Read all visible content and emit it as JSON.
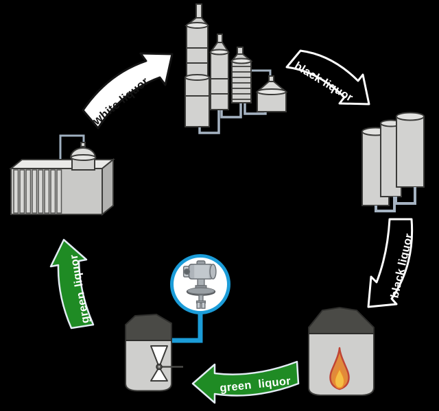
{
  "diagram": {
    "background": "#000000",
    "arrows": {
      "white_liquor": {
        "label": "white liquor",
        "fill": "#ffffff",
        "outline": "#141414",
        "text_color": "#141414"
      },
      "black_liquor_top": {
        "label": "black liquor",
        "fill": "#000000",
        "outline": "#ffffff",
        "text_color": "#ffffff"
      },
      "black_liquor_right": {
        "label": "black liquor",
        "fill": "#000000",
        "outline": "#ffffff",
        "text_color": "#ffffff"
      },
      "green_liquor_bottom": {
        "label": "green liquor",
        "fill": "#1f8b24",
        "outline": "#e3ecf4",
        "text_color": "#ffffff"
      },
      "green_liquor_left": {
        "label": "green liquor",
        "fill": "#1f8b24",
        "outline": "#e3ecf4",
        "text_color": "#ffffff"
      }
    },
    "colors": {
      "vessel_fill": "#d2d2d0",
      "vessel_top": "#e6e6e4",
      "vessel_outline": "#3b3b39",
      "cap_fill": "#4a4a46",
      "pipe": "#a5b3c2",
      "instrument_pipe": "#1b9cd8",
      "instrument_ring": "#1b9cd8",
      "flame_outline": "#bf4435",
      "flame_fill": "#e08a3c",
      "flame_inner": "#f5bf45"
    },
    "icons": {
      "flame": "flame-icon",
      "mixer": "mixer-icon",
      "level_sensor": "level-sensor-icon"
    }
  }
}
